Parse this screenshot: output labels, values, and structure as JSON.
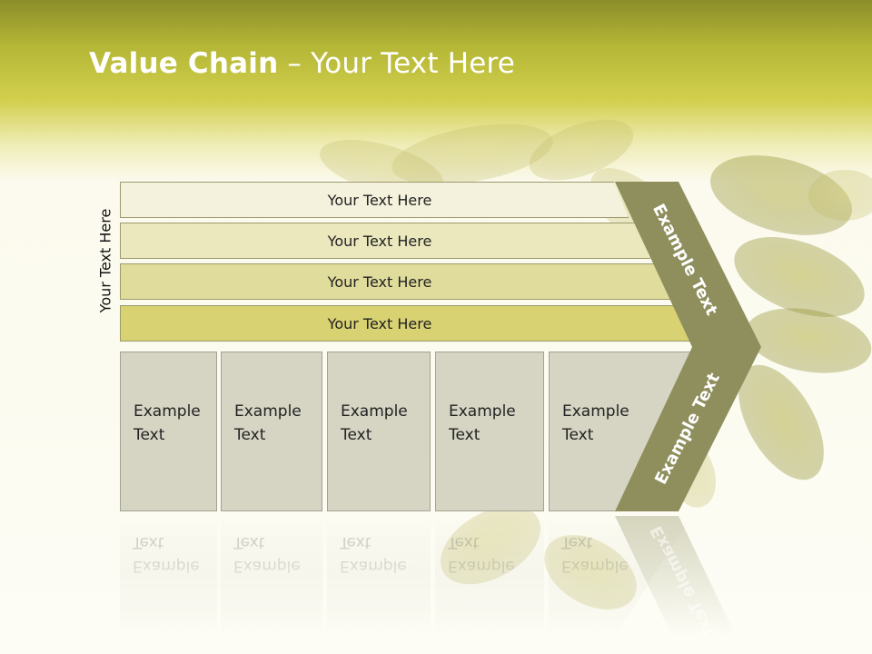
{
  "slide": {
    "title_bold": "Value Chain",
    "title_rest": " – Your Text Here"
  },
  "side_label": "Your Text Here",
  "bars": [
    {
      "label": "Your Text Here"
    },
    {
      "label": "Your Text Here"
    },
    {
      "label": "Your Text Here"
    },
    {
      "label": "Your Text Here"
    }
  ],
  "boxes": [
    {
      "line1": "Example",
      "line2": "Text"
    },
    {
      "line1": "Example",
      "line2": "Text"
    },
    {
      "line1": "Example",
      "line2": "Text"
    },
    {
      "line1": "Example",
      "line2": "Text"
    },
    {
      "line1": "Example",
      "line2": "Text"
    }
  ],
  "chevron": {
    "upper_label": "Example Text",
    "lower_label": "Example Text"
  },
  "colors": {
    "header": "#b4b636",
    "chevron": "#8f8f5e",
    "box": "#d6d5c4"
  }
}
